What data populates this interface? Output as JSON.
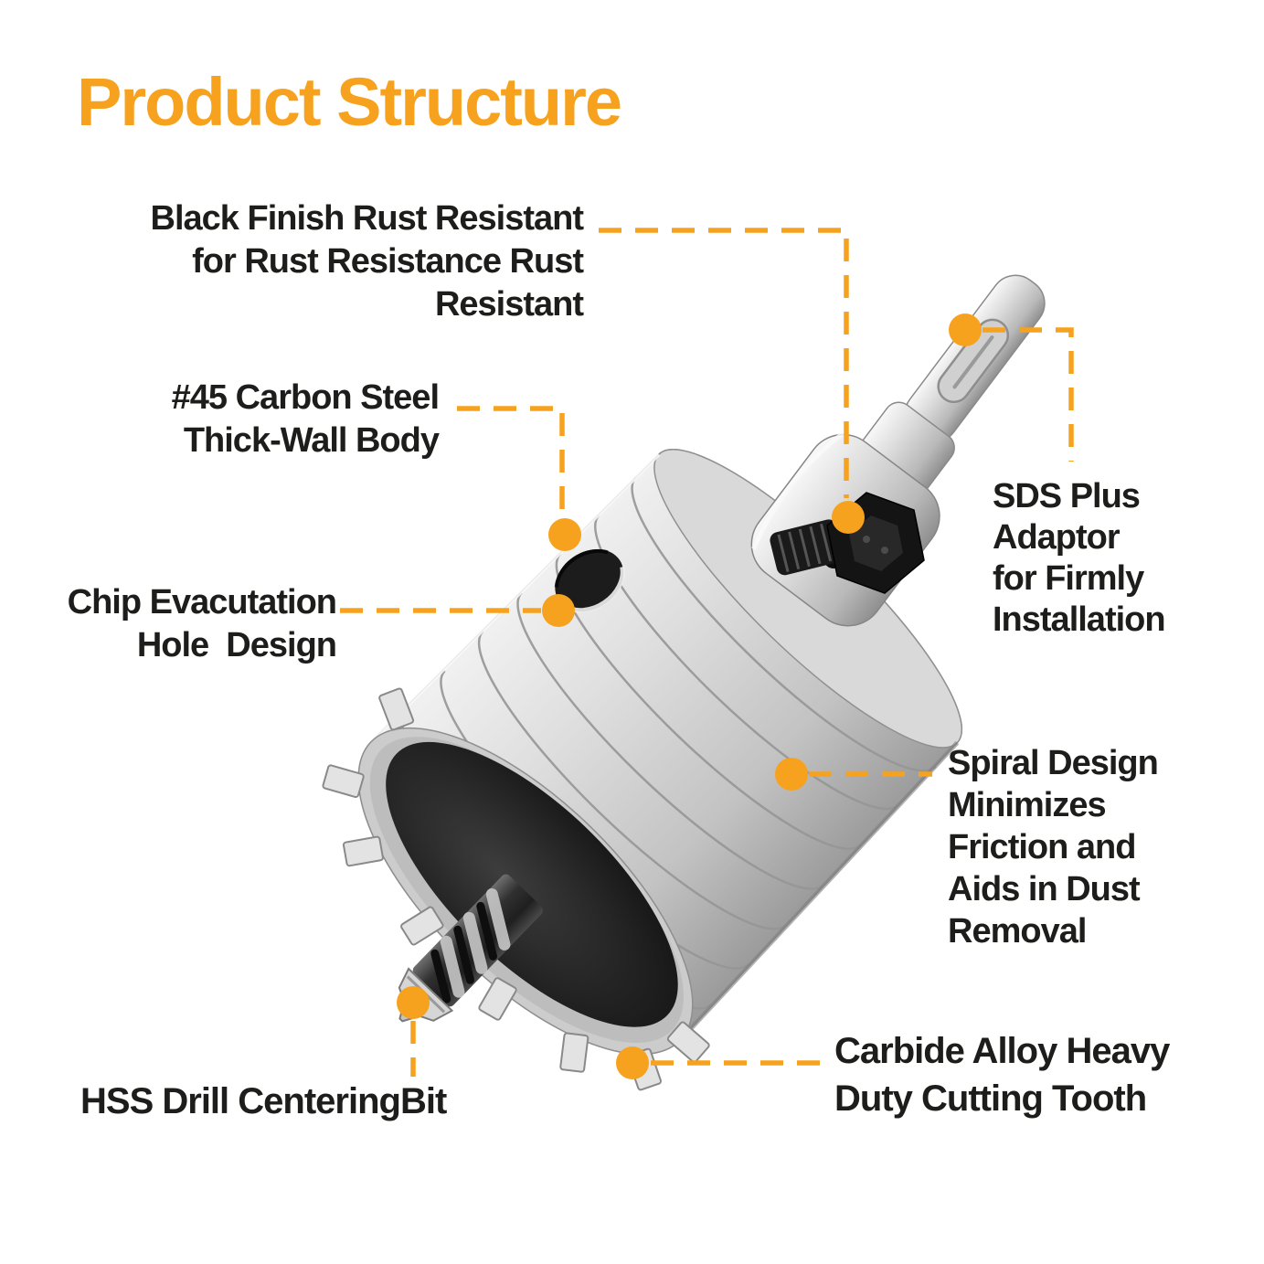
{
  "title": "Product Structure",
  "colors": {
    "accent": "#F7A21E",
    "text": "#1D1D1B",
    "background": "#FFFFFF",
    "metal_light": "#F0F0F0",
    "metal_dark": "#9B9B9B",
    "interior_dark": "#1F1F1F",
    "bolt_black": "#141414"
  },
  "callouts": {
    "black_finish": {
      "lines": [
        "Black Finish Rust Resistant",
        "for Rust Resistance Rust",
        "Resistant"
      ]
    },
    "carbon_steel": {
      "lines": [
        "#45 Carbon Steel",
        "Thick-Wall Body"
      ]
    },
    "chip_hole": {
      "lines": [
        "Chip Evacutation",
        "Hole  Design"
      ]
    },
    "sds_plus": {
      "lines": [
        "SDS Plus",
        "Adaptor",
        "for Firmly",
        "Installation"
      ]
    },
    "spiral": {
      "lines": [
        "Spiral Design",
        "Minimizes",
        "Friction and",
        "Aids in Dust",
        "Removal"
      ]
    },
    "carbide": {
      "lines": [
        "Carbide Alloy Heavy",
        "Duty Cutting Tooth"
      ]
    },
    "hss": {
      "lines": [
        "HSS Drill CenteringBit"
      ]
    }
  },
  "icons": {
    "callout_dot": "orange-filled-circle-marker",
    "leader_line": "orange-dashed-elbow-line"
  }
}
